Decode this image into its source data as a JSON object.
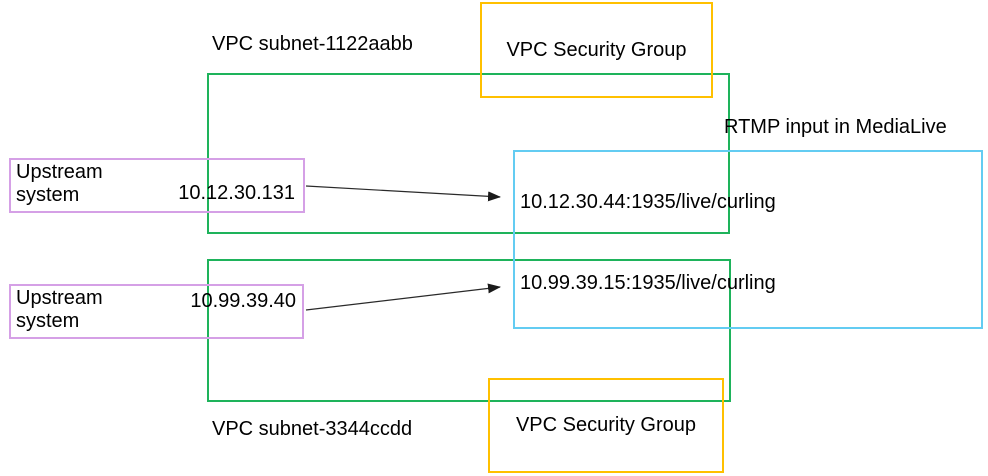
{
  "colors": {
    "green": "#1eb35b",
    "yellow": "#ffc000",
    "cyan": "#63ccf2",
    "purple": "#d5a0e6",
    "arrow": "#2a2a2a",
    "text": "#000000"
  },
  "subnets": {
    "top": {
      "label": "VPC subnet-1122aabb"
    },
    "bottom": {
      "label": "VPC subnet-3344ccdd"
    }
  },
  "security_groups": {
    "top": {
      "label": "VPC Security Group"
    },
    "bottom": {
      "label": "VPC Security Group"
    }
  },
  "medialive": {
    "title": "RTMP input in MediaLive",
    "endpoints": [
      {
        "url": "10.12.30.44:1935/live/curling"
      },
      {
        "url": "10.99.39.15:1935/live/curling"
      }
    ]
  },
  "upstreams": [
    {
      "name": "Upstream system",
      "ip": "10.12.30.131"
    },
    {
      "name": "Upstream system",
      "ip": "10.99.39.40"
    }
  ]
}
